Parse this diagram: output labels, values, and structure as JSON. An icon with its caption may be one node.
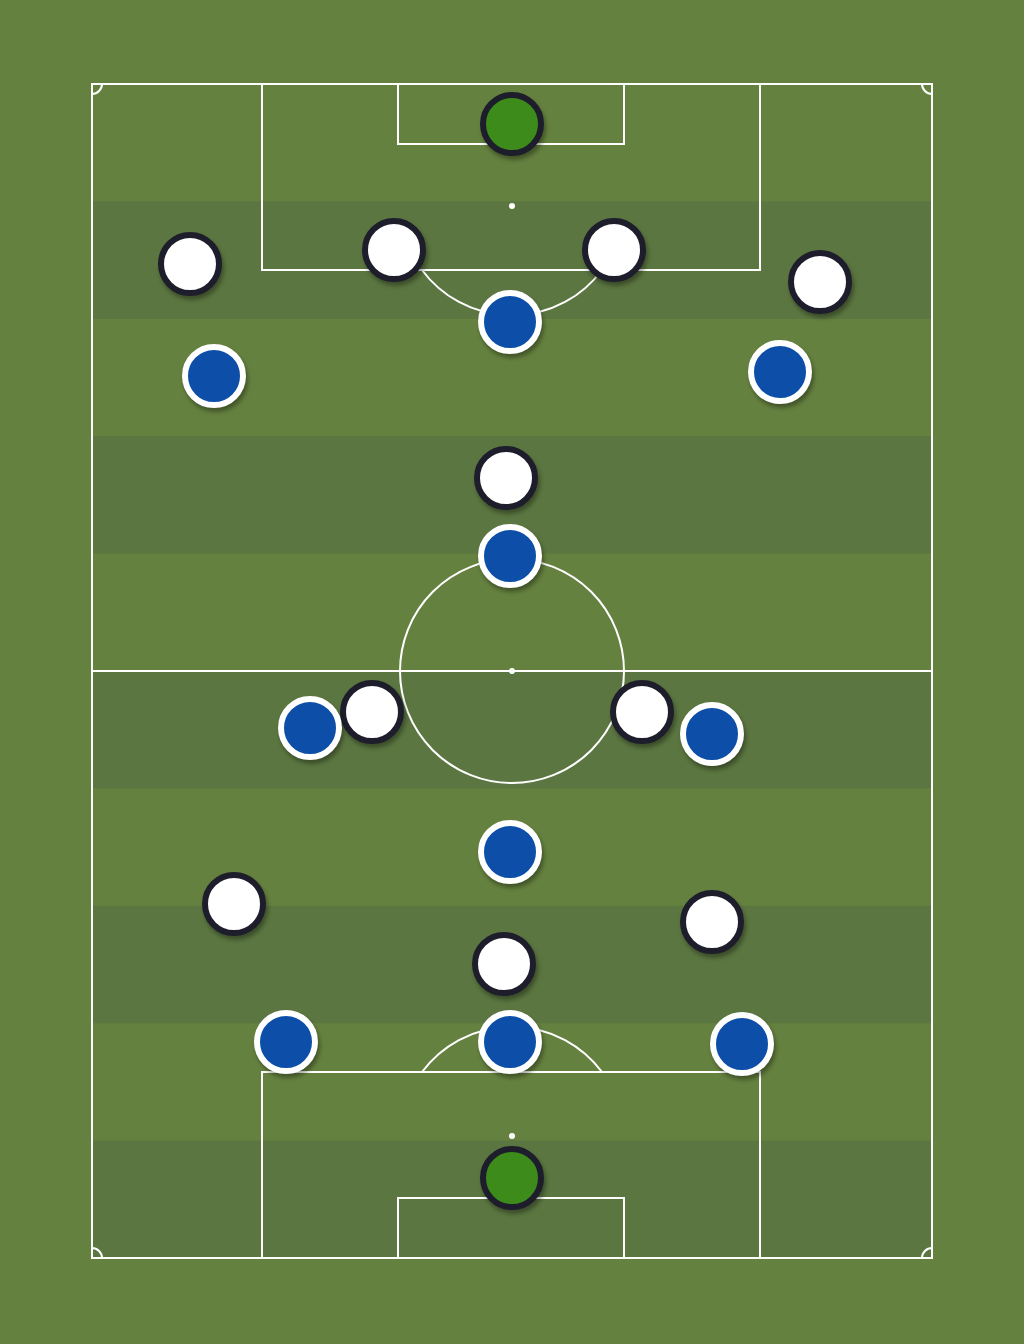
{
  "diagram": {
    "nodes": [
      {
        "text": [],
        "shape": "circle"
      },
      {
        "text": [],
        "shape": "circle"
      },
      {
        "text": [],
        "shape": "circle"
      },
      {
        "text": [],
        "shape": "circle"
      },
      {
        "text": [],
        "shape": "circle"
      },
      {
        "text": [],
        "shape": "circle"
      },
      {
        "text": [],
        "shape": "circle"
      },
      {
        "text": [],
        "shape": "circle"
      },
      {
        "text": [],
        "shape": "circle"
      },
      {
        "text": [],
        "shape": "circle"
      },
      {
        "text": [],
        "shape": "circle"
      },
      {
        "text": [],
        "shape": "circle"
      },
      {
        "text": [],
        "shape": "circle"
      },
      {
        "text": [],
        "shape": "circle"
      },
      {
        "text": [],
        "shape": "circle"
      },
      {
        "text": [],
        "shape": "circle"
      },
      {
        "text": [],
        "shape": "circle"
      },
      {
        "text": [],
        "shape": "circle"
      },
      {
        "text": [],
        "shape": "circle"
      },
      {
        "text": [],
        "shape": "circle"
      },
      {
        "text": [],
        "shape": "circle"
      },
      {
        "text": [],
        "shape": "circle"
      }
    ]
  }
}
